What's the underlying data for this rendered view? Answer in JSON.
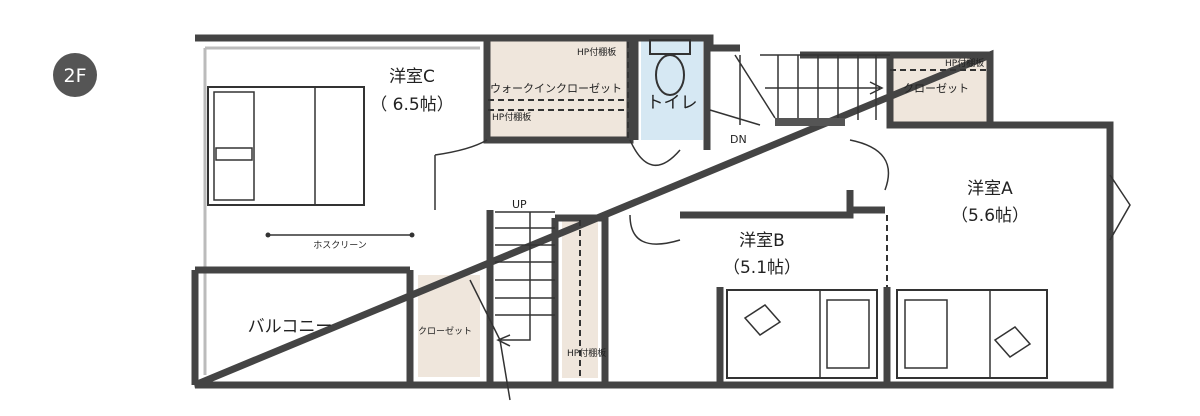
{
  "floor_badge": "2F",
  "rooms": {
    "room_c": {
      "name": "洋室C",
      "size": "（ 6.5帖）"
    },
    "room_b": {
      "name": "洋室B",
      "size": "（5.1帖）"
    },
    "room_a": {
      "name": "洋室A",
      "size": "（5.6帖）"
    },
    "toilet": {
      "name": "トイレ"
    },
    "balcony": {
      "name": "バルコニー"
    },
    "walk_in_closet": {
      "name": "ウォークインクローゼット"
    },
    "closet_a": {
      "name": "クローゼット"
    },
    "closet_hall": {
      "name": "クローゼット"
    }
  },
  "annotations": {
    "hp_shelf_1": "HP付棚板",
    "hp_shelf_2": "HP付棚板",
    "hp_shelf_3": "HP付棚板",
    "hp_shelf_4": "HP付棚板",
    "hosclean": "ホスクリーン",
    "stairs_down": "DN",
    "stairs_up": "UP"
  },
  "colors": {
    "closet": "#efe6dc",
    "toilet": "#d6e8f3",
    "badge": "#555555"
  }
}
